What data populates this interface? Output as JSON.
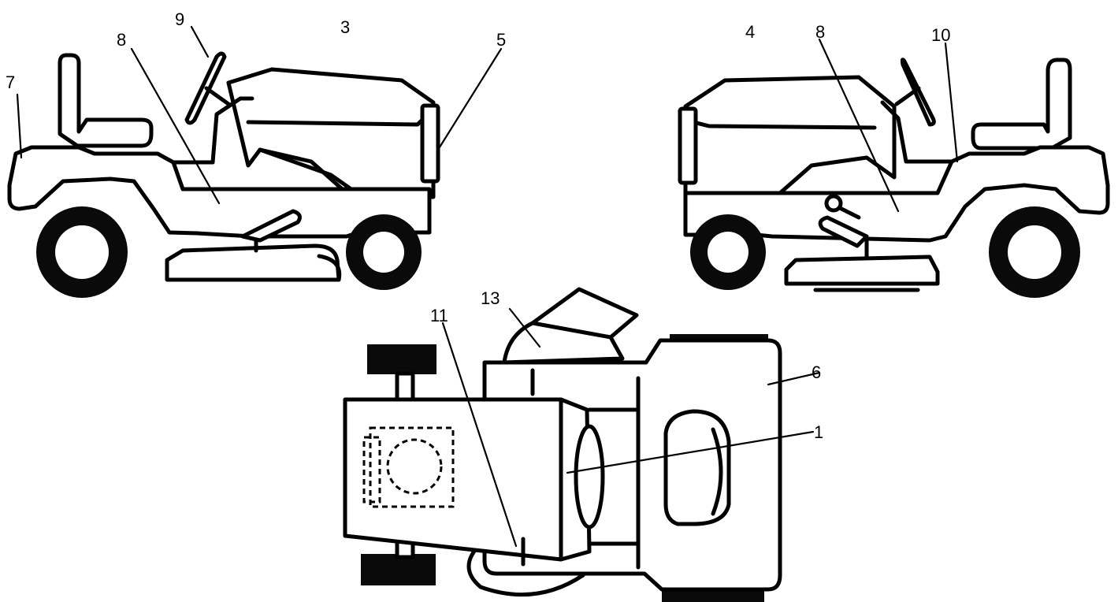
{
  "callouts": {
    "c1": "1",
    "c3": "3",
    "c4": "4",
    "c5": "5",
    "c6": "6",
    "c7": "7",
    "c8_left": "8",
    "c8_right": "8",
    "c9": "9",
    "c10": "10",
    "c11": "11",
    "c13": "13"
  }
}
